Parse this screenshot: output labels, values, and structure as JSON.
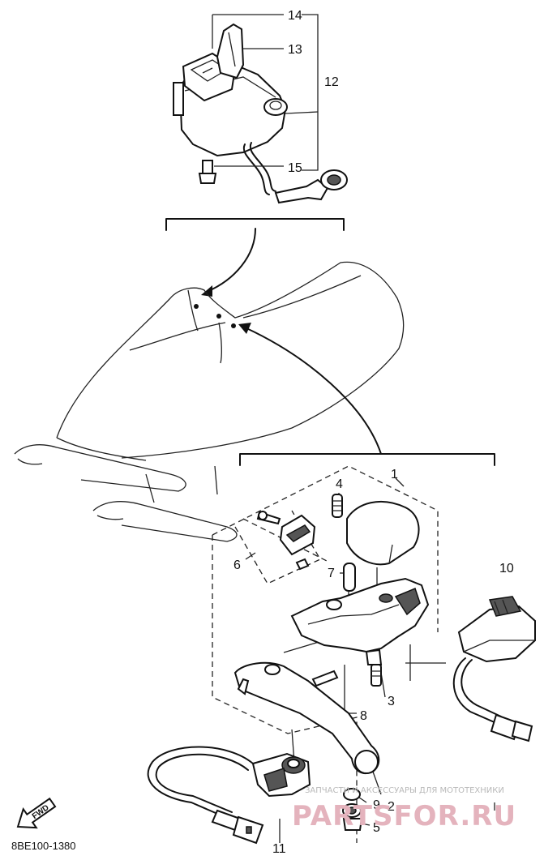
{
  "diagram": {
    "callouts": {
      "c1": "1",
      "c2": "2",
      "c3": "3",
      "c4": "4",
      "c5": "5",
      "c6": "6",
      "c7": "7",
      "c8": "8",
      "c9": "9",
      "c10": "10",
      "c11": "11",
      "c12": "12",
      "c13": "13",
      "c14": "14",
      "c15": "15"
    },
    "fwd_label": "FWD",
    "drawing_code": "8BE100-1380"
  },
  "watermark": {
    "subtitle": "ЗАПЧАСТИ И АКСЕССУАРЫ ДЛЯ МОТОТЕХНИКИ",
    "brand": "PARTSFOR.RU"
  },
  "icons": [
    "fwd-arrow-icon"
  ],
  "colors": {
    "ink": "#111111",
    "watermark_brand": "#e4b3bd",
    "watermark_text": "#b9b9b9"
  }
}
